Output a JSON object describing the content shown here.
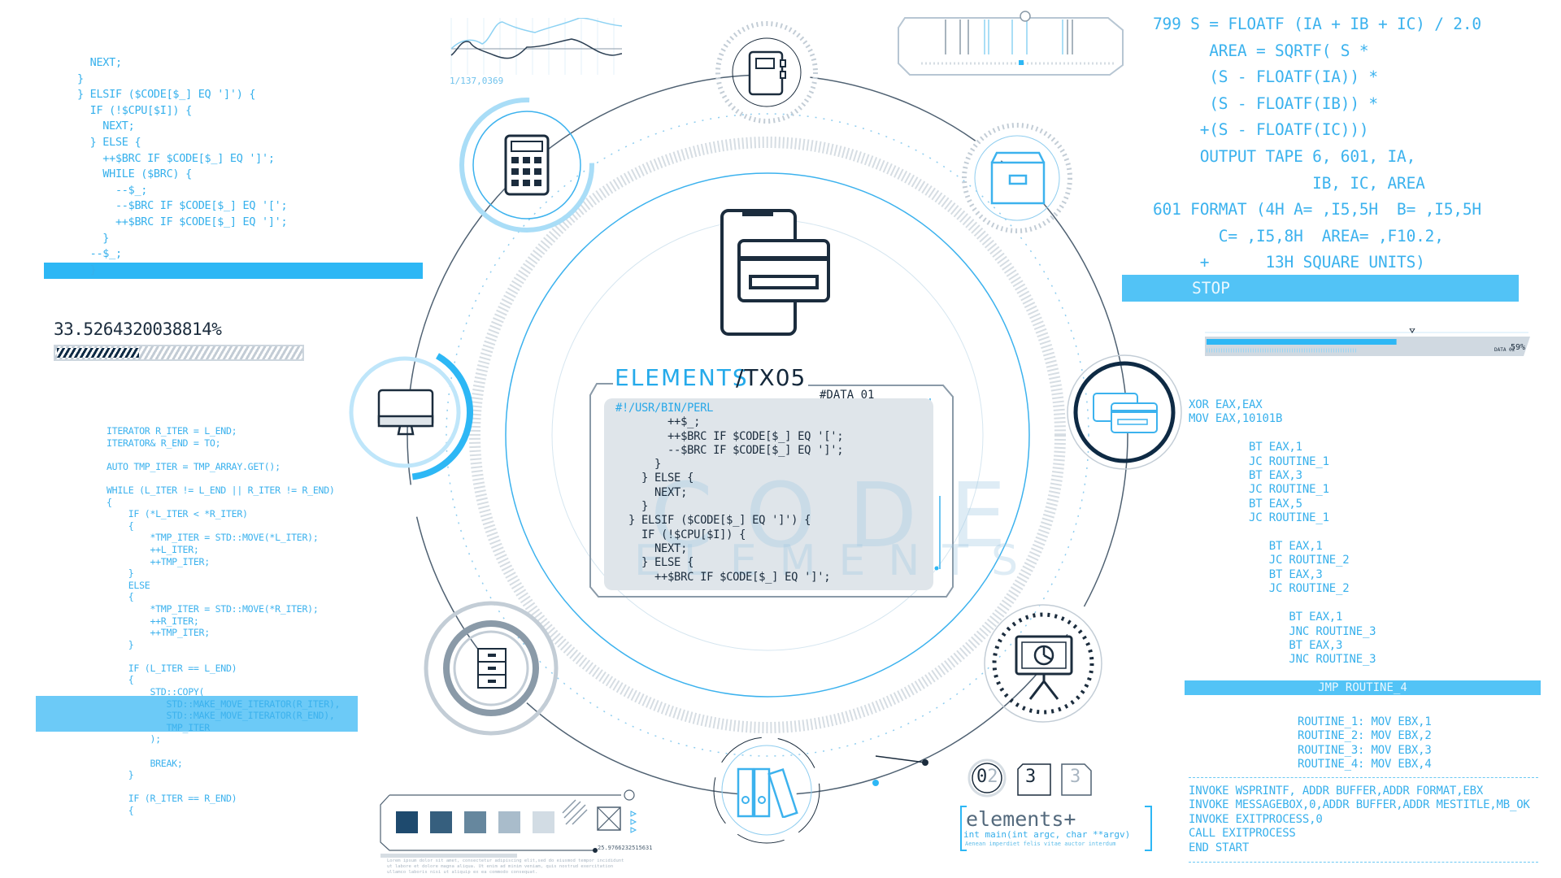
{
  "left_code_top": {
    "text": "  NEXT;\n}\n} ELSIF ($CODE[$_] EQ ']') {\n  IF (!$CPU[$I]) {\n    NEXT;\n  } ELSE {\n    ++$BRC IF $CODE[$_] EQ ']';\n    WHILE ($BRC) {\n      --$_;\n      --$BRC IF $CODE[$_] EQ '[';\n      ++$BRC IF $CODE[$_] EQ ']';\n    }\n  --$_;\n  }"
  },
  "progress_left": {
    "label": "33.5264320038814%",
    "value_percent": 33.53
  },
  "left_code_bottom": {
    "text": "ITERATOR R_ITER = L_END;\nITERATOR& R_END = TO;\n\nAUTO TMP_ITER = TMP_ARRAY.GET();\n\nWHILE (L_ITER != L_END || R_ITER != R_END)\n{\n    IF (*L_ITER < *R_ITER)\n    {\n        *TMP_ITER = STD::MOVE(*L_ITER);\n        ++L_ITER;\n        ++TMP_ITER;\n    }\n    ELSE\n    {\n        *TMP_ITER = STD::MOVE(*R_ITER);\n        ++R_ITER;\n        ++TMP_ITER;\n    }\n\n    IF (L_ITER == L_END)\n    {\n        STD::COPY(\n           STD::MAKE_MOVE_ITERATOR(R_ITER),\n           STD::MAKE_MOVE_ITERATOR(R_END),\n           TMP_ITER\n        );\n\n        BREAK;\n    }\n\n    IF (R_ITER == R_END)\n    {"
  },
  "fortran": {
    "text": "799 S = FLOATF (IA + IB + IC) / 2.0\n      AREA = SQRTF( S *\n      (S - FLOATF(IA)) *\n      (S - FLOATF(IB)) *\n     +(S - FLOATF(IC)))\n     OUTPUT TAPE 6, 601, IA,\n                 IB, IC, AREA\n601 FORMAT (4H A= ,I5,5H  B= ,I5,5H\n       C= ,I5,8H  AREA= ,F10.2,\n     +      13H SQUARE UNITS)",
    "stop": "STOP"
  },
  "progress_right": {
    "label": "DATA 02",
    "value": "59%",
    "value_percent": 59
  },
  "asm": {
    "head": "XOR EAX,EAX\nMOV EAX,10101B\n\n         BT EAX,1\n         JC ROUTINE_1\n         BT EAX,3\n         JC ROUTINE_1\n         BT EAX,5\n         JC ROUTINE_1\n\n            BT EAX,1\n            JC ROUTINE_2\n            BT EAX,3\n            JC ROUTINE_2\n\n               BT EAX,1\n               JNC ROUTINE_3\n               BT EAX,3\n               JNC ROUTINE_3",
    "jmp": "JMP ROUTINE_4",
    "routines": "ROUTINE_1: MOV EBX,1\nROUTINE_2: MOV EBX,2\nROUTINE_3: MOV EBX,3\nROUTINE_4: MOV EBX,4",
    "tail": "INVOKE WSPRINTF, ADDR BUFFER,ADDR FORMAT,EBX\nINVOKE MESSAGEBOX,0,ADDR BUFFER,ADDR MESTITLE,MB_OK\nINVOKE EXITPROCESS,0\nCALL EXITPROCESS\nEND START"
  },
  "center_panel": {
    "title_accent": "ELEMENTS",
    "title_main": "/TX05",
    "tag": "#DATA 01",
    "shebang": "#!/USR/BIN/PERL",
    "code": "        ++$_;\n        ++$BRC IF $CODE[$_] EQ '[';\n        --$BRC IF $CODE[$_] EQ ']';\n      }\n    } ELSE {\n      NEXT;\n    }\n  } ELSIF ($CODE[$_] EQ ']') {\n    IF (!$CPU[$I]) {\n      NEXT;\n    } ELSE {\n      ++$BRC IF $CODE[$_] EQ ']';",
    "watermark_1": "CODE",
    "watermark_2": "ELEMENTS"
  },
  "mini_chart": {
    "readout": "1/137,0369"
  },
  "badges": {
    "b1_main": "0",
    "b1_dim": "2",
    "b2": "3",
    "b3": "3"
  },
  "elements_box": {
    "title": "elements+",
    "signature": "int main(int argc, char **argv)",
    "caption": "Aenean imperdiet felis vitae auctor interdum"
  },
  "swatches": {
    "colors": [
      "#1e4a6e",
      "#365f7e",
      "#66879e",
      "#a9bccb",
      "#d2dce4"
    ],
    "readout": "25.9766232515631",
    "lorem": "Lorem ipsum dolor sit amet, consectetur adipiscing elit,sed do eiusmod tempor incididunt ut labore et dolore magna aliqua. Ut enim ad minim veniam, quis nostrud exercitation ullamco laboris nisi ut aliquip ex ea commodo consequat."
  },
  "colors": {
    "accent": "#2db7f5",
    "dark": "#1b2c3d",
    "light": "#dfe5ea"
  }
}
